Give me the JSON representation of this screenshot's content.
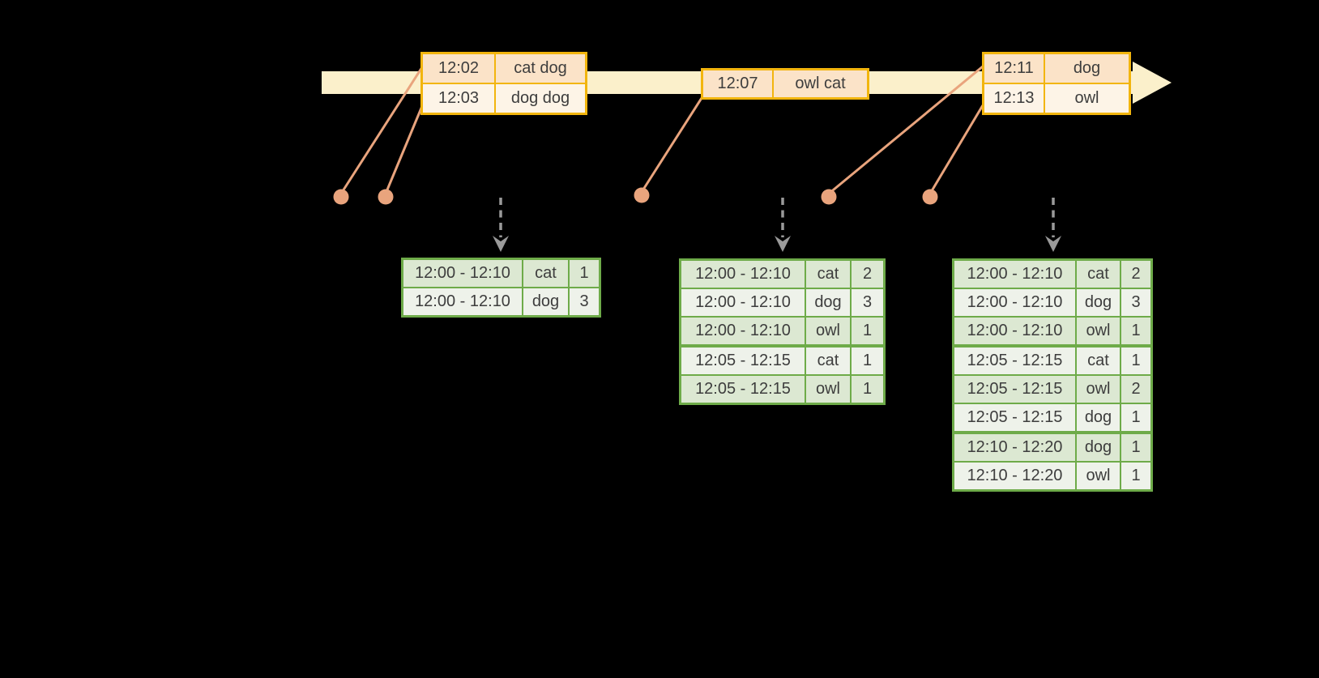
{
  "colors": {
    "background": "#000000",
    "timeline_fill": "#FBF0CB",
    "event_border": "#F2B50E",
    "event_row_dark": "#FBE3C8",
    "event_row_light": "#FDF4E7",
    "connector": "#E9A47D",
    "dashed_arrow": "#9A9A9A",
    "result_border": "#6EAB49",
    "result_row_dark": "#DCE8D2",
    "result_row_light": "#EEF2EA",
    "cell_text": "#3D3D3D"
  },
  "event_tables": [
    {
      "rows": [
        {
          "time": "12:02",
          "words": "cat dog"
        },
        {
          "time": "12:03",
          "words": "dog dog"
        }
      ]
    },
    {
      "rows": [
        {
          "time": "12:07",
          "words": "owl cat"
        }
      ]
    },
    {
      "rows": [
        {
          "time": "12:11",
          "words": "dog"
        },
        {
          "time": "12:13",
          "words": "owl"
        }
      ]
    }
  ],
  "result_tables": [
    {
      "rows": [
        [
          "12:00 - 12:10",
          "cat",
          "1"
        ],
        [
          "12:00 - 12:10",
          "dog",
          "3"
        ]
      ]
    },
    {
      "rows": [
        [
          "12:00 - 12:10",
          "cat",
          "2"
        ],
        [
          "12:00 - 12:10",
          "dog",
          "3"
        ],
        [
          "12:00 - 12:10",
          "owl",
          "1"
        ],
        [
          "12:05 - 12:15",
          "cat",
          "1"
        ],
        [
          "12:05 - 12:15",
          "owl",
          "1"
        ]
      ]
    },
    {
      "rows": [
        [
          "12:00 - 12:10",
          "cat",
          "2"
        ],
        [
          "12:00 - 12:10",
          "dog",
          "3"
        ],
        [
          "12:00 - 12:10",
          "owl",
          "1"
        ],
        [
          "12:05 - 12:15",
          "cat",
          "1"
        ],
        [
          "12:05 - 12:15",
          "owl",
          "2"
        ],
        [
          "12:05 - 12:15",
          "dog",
          "1"
        ],
        [
          "12:10 - 12:20",
          "dog",
          "1"
        ],
        [
          "12:10 - 12:20",
          "owl",
          "1"
        ]
      ]
    }
  ]
}
